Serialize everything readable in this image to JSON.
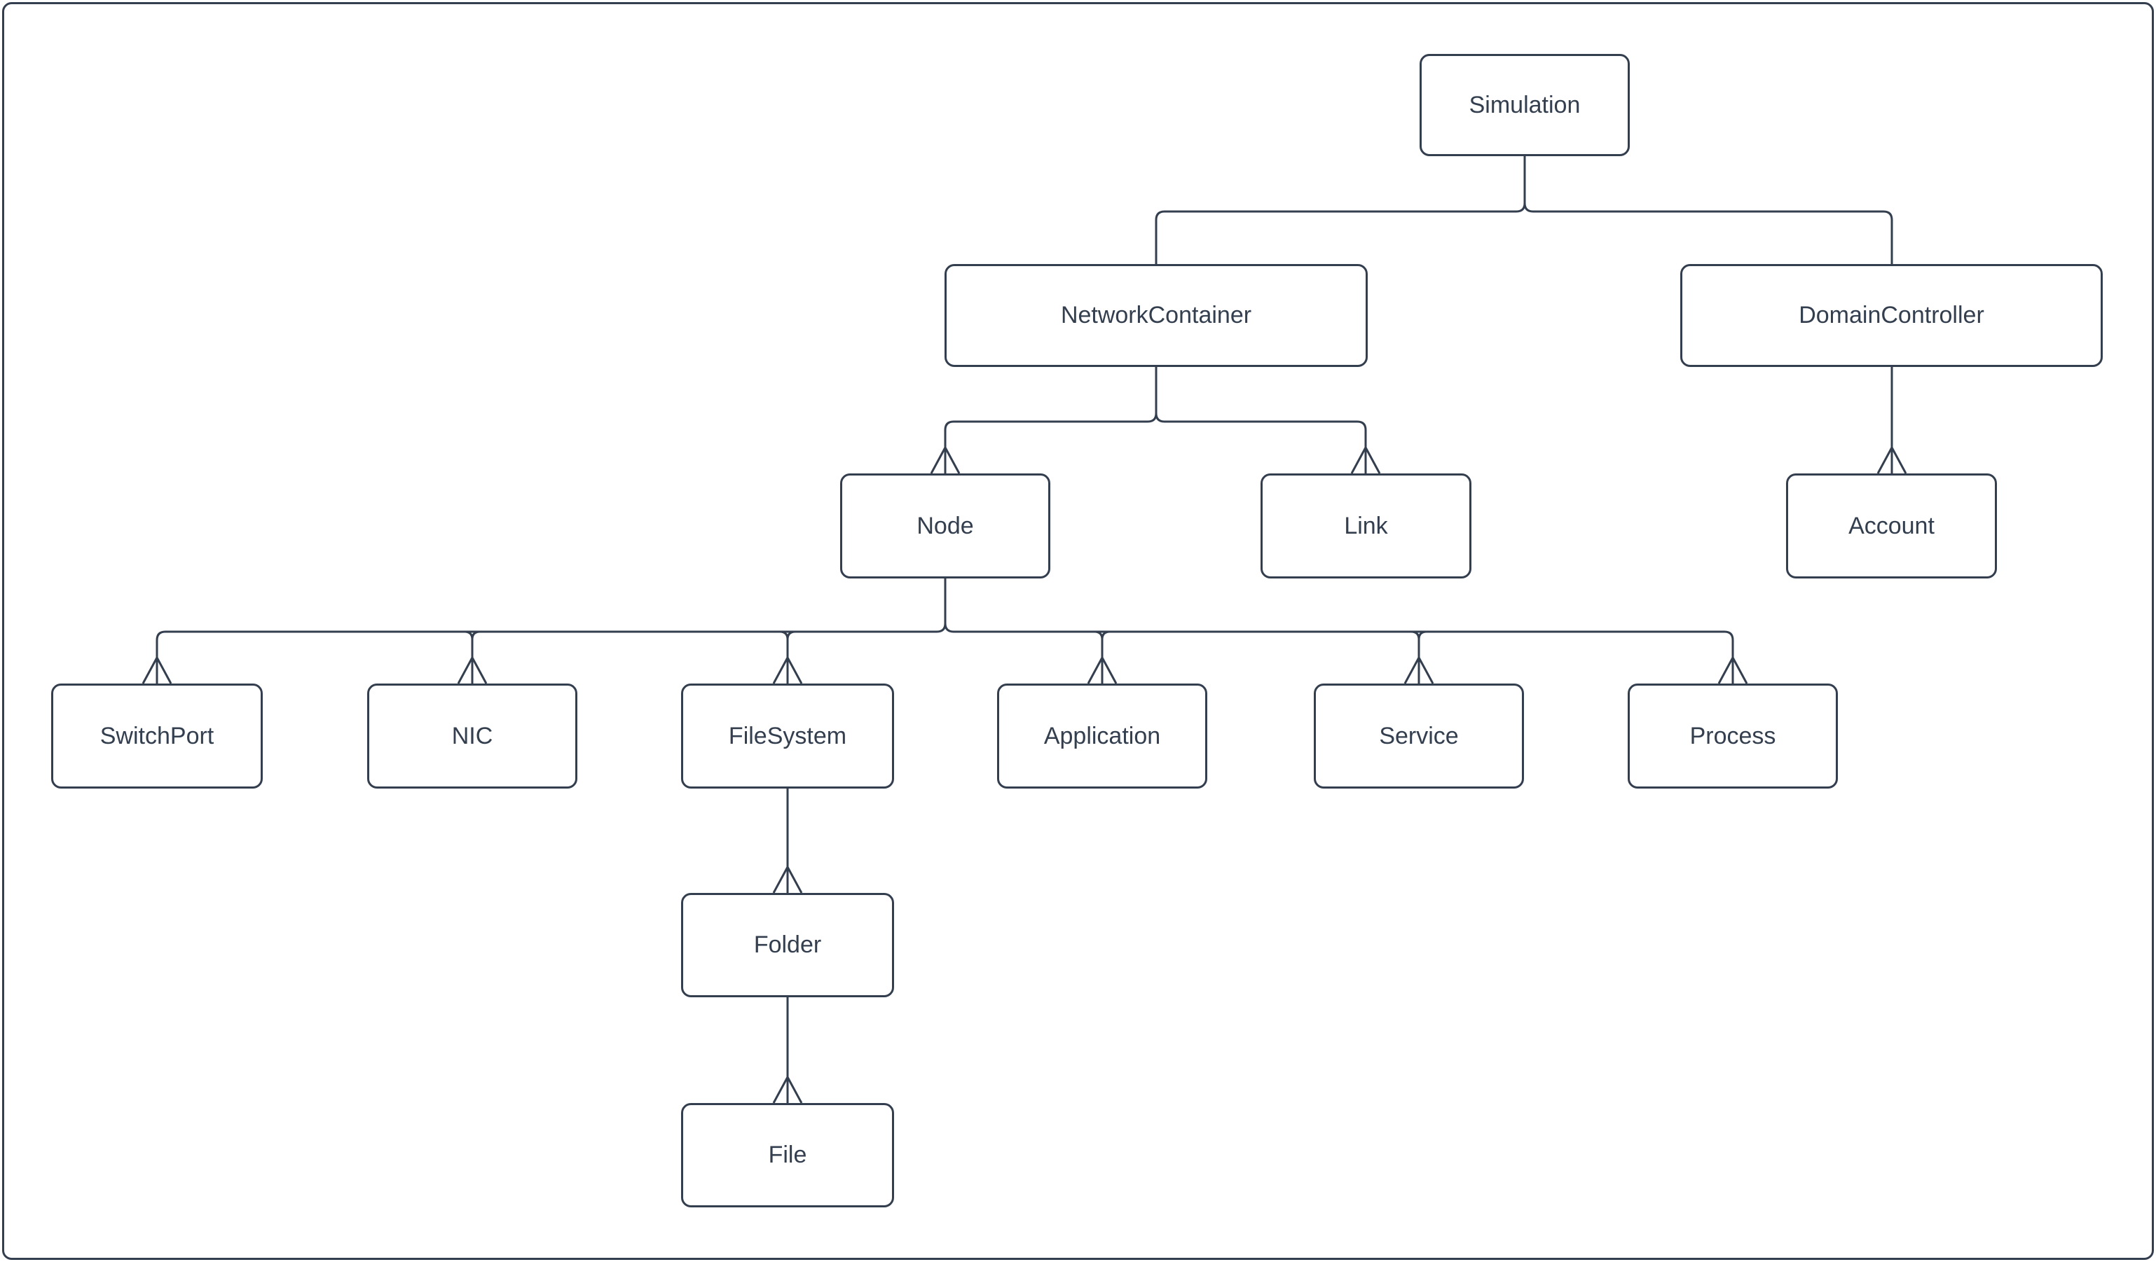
{
  "diagram": {
    "background_color": "#ffffff",
    "stroke_color": "#333e4e",
    "text_color": "#333e4e",
    "node_fill_color": "#ffffff",
    "nodes": {
      "simulation": {
        "label": "Simulation"
      },
      "network_container": {
        "label": "NetworkContainer"
      },
      "domain_controller": {
        "label": "DomainController"
      },
      "node": {
        "label": "Node"
      },
      "link": {
        "label": "Link"
      },
      "account": {
        "label": "Account"
      },
      "switch_port": {
        "label": "SwitchPort"
      },
      "nic": {
        "label": "NIC"
      },
      "file_system": {
        "label": "FileSystem"
      },
      "application": {
        "label": "Application"
      },
      "service": {
        "label": "Service"
      },
      "process": {
        "label": "Process"
      },
      "folder": {
        "label": "Folder"
      },
      "file": {
        "label": "File"
      }
    },
    "edges": [
      {
        "from": "Simulation",
        "to": "NetworkContainer",
        "marker": "none"
      },
      {
        "from": "Simulation",
        "to": "DomainController",
        "marker": "none"
      },
      {
        "from": "NetworkContainer",
        "to": "Node",
        "marker": "crow-foot"
      },
      {
        "from": "NetworkContainer",
        "to": "Link",
        "marker": "crow-foot"
      },
      {
        "from": "DomainController",
        "to": "Account",
        "marker": "crow-foot"
      },
      {
        "from": "Node",
        "to": "SwitchPort",
        "marker": "crow-foot"
      },
      {
        "from": "Node",
        "to": "NIC",
        "marker": "crow-foot"
      },
      {
        "from": "Node",
        "to": "FileSystem",
        "marker": "crow-foot"
      },
      {
        "from": "Node",
        "to": "Application",
        "marker": "crow-foot"
      },
      {
        "from": "Node",
        "to": "Service",
        "marker": "crow-foot"
      },
      {
        "from": "Node",
        "to": "Process",
        "marker": "crow-foot"
      },
      {
        "from": "FileSystem",
        "to": "Folder",
        "marker": "crow-foot"
      },
      {
        "from": "Folder",
        "to": "File",
        "marker": "crow-foot"
      }
    ]
  }
}
